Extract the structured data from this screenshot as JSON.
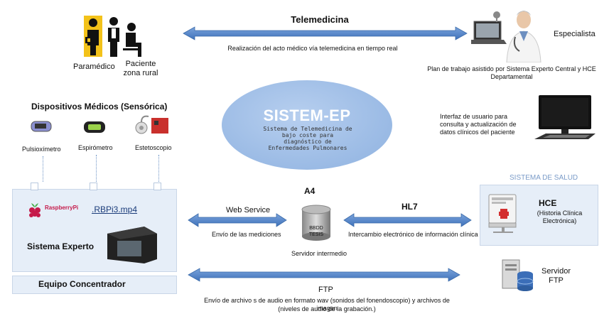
{
  "telemedicina": {
    "title": "Telemedicina",
    "caption": "Realización del acto médico vía telemedicina en tiempo real"
  },
  "actors": {
    "paramedico": "Paramédico",
    "paciente": "Paciente zona rural",
    "especialista": "Especialista",
    "plan_trabajo": "Plan de trabajo asistido por Sistema Experto Central y HCE Departamental",
    "interfaz": "Interfaz de usuario para consulta y actualización de datos clínicos del paciente"
  },
  "dispositivos": {
    "title": "Dispositivos Médicos (Sensórica)",
    "items": [
      "Pulsioxímetro",
      "Espirómetro",
      "Estetoscopio"
    ]
  },
  "sistem_ep": {
    "title": "SISTEM-EP",
    "subtitle": "Sistema de Telemedicina de bajo coste para diagnóstico de Enfermedades Pulmonares"
  },
  "concentrador": {
    "raspberry_label": "RaspberryPi",
    "video_link": ".RBPi3.mp4",
    "sistema_experto": "Sistema Experto",
    "equipo": "Equipo Concentrador"
  },
  "servidor_intermedio": {
    "a4": "A4",
    "db_label_1": "BBDD",
    "db_label_2": "TESIS",
    "caption": "Servidor intermedio"
  },
  "web_service": {
    "title": "Web Service",
    "caption": "Envío de las mediciones"
  },
  "hl7": {
    "title": "HL7",
    "caption": "Intercambio electrónico de información clínica"
  },
  "sistema_salud": {
    "title": "SISTEMA DE SALUD",
    "hce": "HCE",
    "hce_full": "(Historia Clínica Electrónica)"
  },
  "ftp": {
    "title": "FTP",
    "caption_1": "Envío de  archivo s de audio en formato wav  (sonidos del fonendoscopio) y archivos de imagen",
    "caption_2": "(niveles de audio de la grabación.)",
    "servidor": "Servidor FTP"
  },
  "colors": {
    "arrow_fill": "#4f81c7",
    "arrow_stroke": "#3a6aa9",
    "ellipse": "#9ebde6",
    "panel": "#e6eef8"
  }
}
